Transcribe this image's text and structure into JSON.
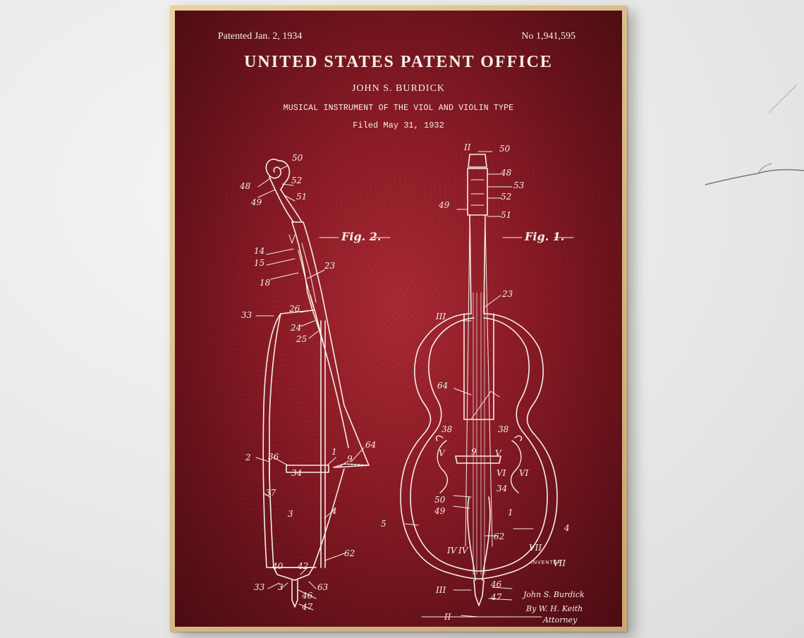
{
  "poster": {
    "patented": "Patented Jan. 2, 1934",
    "number": "No 1,941,595",
    "office": "UNITED STATES PATENT OFFICE",
    "inventor_name": "JOHN S. BURDICK",
    "subtitle": "MUSICAL INSTRUMENT OF THE VIOL AND VIOLIN TYPE",
    "filed": "Filed May 31, 1932",
    "inventor_label": "INVENTOR",
    "signature_inventor": "John S. Burdick",
    "signature_attorney": "By W. H. Keith",
    "signature_role": "Attorney"
  },
  "figures": {
    "fig2_label": "Fig. 2.",
    "fig1_label": "Fig. 1.",
    "fig2_refs": [
      "50",
      "48",
      "52",
      "49",
      "51",
      "14",
      "15",
      "23",
      "18",
      "33",
      "26",
      "24",
      "25",
      "64",
      "2",
      "36",
      "1",
      "9",
      "34",
      "37",
      "3",
      "4",
      "62",
      "40",
      "42",
      "33",
      "3",
      "63",
      "46",
      "47"
    ],
    "fig1_refs": [
      "II",
      "50",
      "48",
      "53",
      "52",
      "49",
      "51",
      "23",
      "III",
      "64",
      "38",
      "38",
      "V",
      "V",
      "9",
      "VI",
      "VI",
      "34",
      "50",
      "49",
      "1",
      "5",
      "4",
      "IV",
      "IV",
      "62",
      "VII",
      "VII",
      "III",
      "46",
      "47",
      "II"
    ]
  },
  "colors": {
    "poster_red": "#8b1b25",
    "line_white": "#f4eee8",
    "frame_wood": "#d7b886",
    "wall": "#e9e9e7"
  }
}
